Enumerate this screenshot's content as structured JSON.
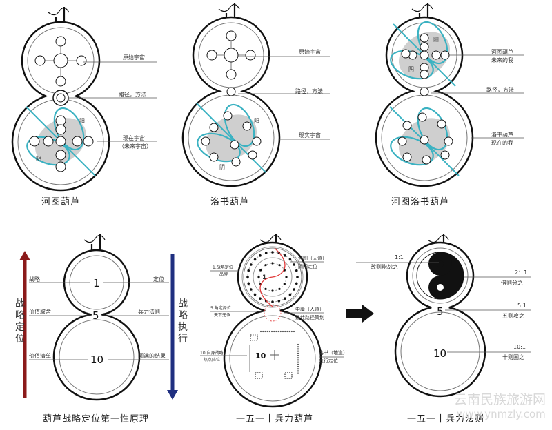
{
  "colors": {
    "teal": "#3bb2c2",
    "red_arrow": "#8b1a1a",
    "blue_arrow": "#1f2f80",
    "red_curve": "#e23a3a",
    "grey": "#cfcfcf"
  },
  "top_row": [
    {
      "caption": "河图葫芦",
      "labels": [
        "原始宇宙",
        "路径，方法",
        "现在宇宙",
        "（未来宇宙）"
      ],
      "yin": "阴",
      "yang": "阳"
    },
    {
      "caption": "洛书葫芦",
      "labels": [
        "原始宇宙",
        "路径，方法",
        "现实宇宙"
      ],
      "yin": "阴",
      "yang": "阳"
    },
    {
      "caption": "河图洛书葫芦",
      "labels": [
        "河图葫芦",
        "未来的我",
        "路径，方法",
        "洛书葫芦",
        "现在的我"
      ],
      "yin": "阴",
      "yang": "阳"
    }
  ],
  "bottom_left": {
    "caption": "葫芦战略定位第一性原理",
    "left_arrow_text": [
      "战",
      "略",
      "定",
      "位"
    ],
    "right_arrow_text": [
      "战",
      "略",
      "执",
      "行"
    ],
    "numbers": [
      "1",
      "5",
      "10"
    ],
    "left_labels": [
      "战略",
      "价值取舍",
      "价值清单"
    ],
    "right_labels": [
      "定位",
      "兵力法则",
      "圆满的结果"
    ]
  },
  "bottom_mid": {
    "caption": "一五一十兵力葫芦",
    "numbers": [
      "1",
      "10"
    ],
    "left_labels": [
      "1.战略定位",
      "品牌",
      "5.角定择位",
      "天下无争",
      "10.自身战略",
      "热点阵位"
    ],
    "right_labels": [
      "河图（天道）",
      "阴阳定位",
      "中庸（人道）",
      "最佳路径策划",
      "洛书（地道）",
      "五行定位"
    ]
  },
  "bottom_right": {
    "caption": "一五一十兵力法则",
    "numbers": [
      "5",
      "10"
    ],
    "ratios": [
      "1:1",
      "2：1",
      "5:1",
      "10:1"
    ],
    "ratio_labels": [
      "敌则能战之",
      "倍则分之",
      "五则攻之",
      "十则围之"
    ]
  },
  "watermark": {
    "name": "云南民族旅游网",
    "url": "www.ynmzly.com"
  }
}
